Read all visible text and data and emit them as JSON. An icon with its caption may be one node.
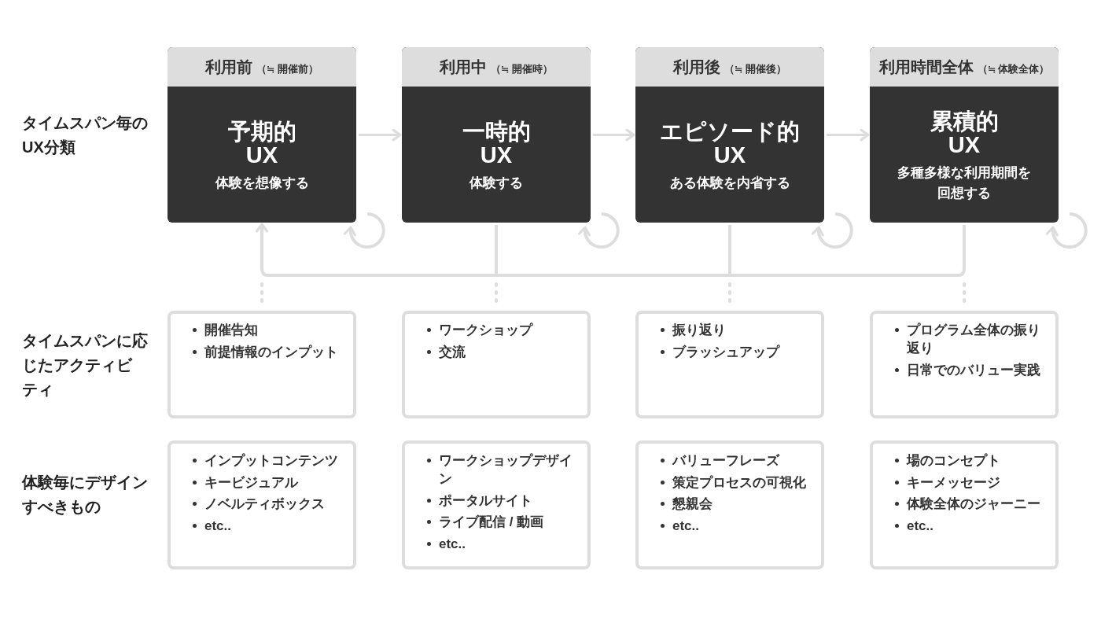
{
  "diagram": {
    "nodes": [
      {
        "text": [
          "利用前",
          "（≒ 開催前）",
          "予期的 UX",
          "体験を想像する"
        ]
      },
      {
        "text": [
          "利用中",
          "（≒ 開催時）",
          "一時的 UX",
          "体験する"
        ]
      },
      {
        "text": [
          "利用後",
          "（≒ 開催後）",
          "エピソード的 UX",
          "ある体験を内省する"
        ]
      },
      {
        "text": [
          "利用時間全体",
          "（≒ 体験全体）",
          "累積的 UX",
          "多種多様な利用期間を回想する"
        ]
      },
      {
        "text": [
          "開催告知",
          "前提情報のインプット"
        ]
      },
      {
        "text": [
          "ワークショップ",
          "交流"
        ]
      },
      {
        "text": [
          "振り返り",
          "ブラッシュアップ"
        ]
      },
      {
        "text": [
          "プログラム全体の振り返り",
          "日常でのバリュー実践"
        ]
      },
      {
        "text": [
          "インプットコンテンツ",
          "キービジュアル",
          "ノベルティボックス",
          "etc.."
        ]
      },
      {
        "text": [
          "ワークショップデザイン",
          "ポータルサイト",
          "ライブ配信 / 動画",
          "etc.."
        ]
      },
      {
        "text": [
          "バリューフレーズ",
          "策定プロセスの可視化",
          "懇親会",
          "etc.."
        ]
      },
      {
        "text": [
          "場のコンセプト",
          "キーメッセージ",
          "体験全体のジャーニー",
          "etc.."
        ]
      }
    ],
    "edges": [
      {
        "from": 0,
        "to": 1,
        "arrow": "to"
      },
      {
        "from": 1,
        "to": 2,
        "arrow": "to"
      },
      {
        "from": 2,
        "to": 3,
        "arrow": "to"
      },
      {
        "from": 0,
        "to": 0,
        "arrow": "to"
      },
      {
        "from": 1,
        "to": 1,
        "arrow": "to"
      },
      {
        "from": 2,
        "to": 2,
        "arrow": "to"
      },
      {
        "from": 3,
        "to": 3,
        "arrow": "to"
      },
      {
        "from": 1,
        "to": 0,
        "arrow": "to"
      },
      {
        "from": 2,
        "to": 0,
        "arrow": "to"
      },
      {
        "from": 3,
        "to": 0,
        "arrow": "to"
      }
    ],
    "labels": [
      "タイムスパン毎のUX分類",
      "タイムスパンに応じたアクティビティ",
      "体験毎にデザインすべきもの"
    ]
  }
}
